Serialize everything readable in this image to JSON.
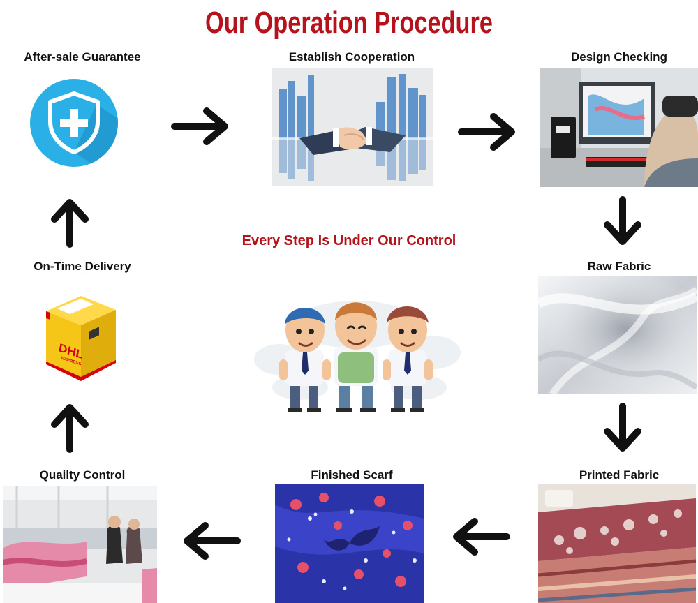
{
  "title": "Our Operation Procedure",
  "subtitle": "Every Step Is Under Our Control",
  "steps": {
    "after_sale": "After-sale Guarantee",
    "establish": "Establish Cooperation",
    "design": "Design Checking",
    "raw": "Raw Fabric",
    "printed": "Printed Fabric",
    "finished": "Finished Scarf",
    "quality": "Quailty Control",
    "delivery": "On-Time Delivery"
  },
  "box_logo": "DHL",
  "box_sub": "EXPRESS",
  "colors": {
    "title_red": "#b5121b",
    "shield_blue": "#2ab0e6",
    "box_yellow": "#f5c518",
    "dhl_red": "#d40511"
  }
}
